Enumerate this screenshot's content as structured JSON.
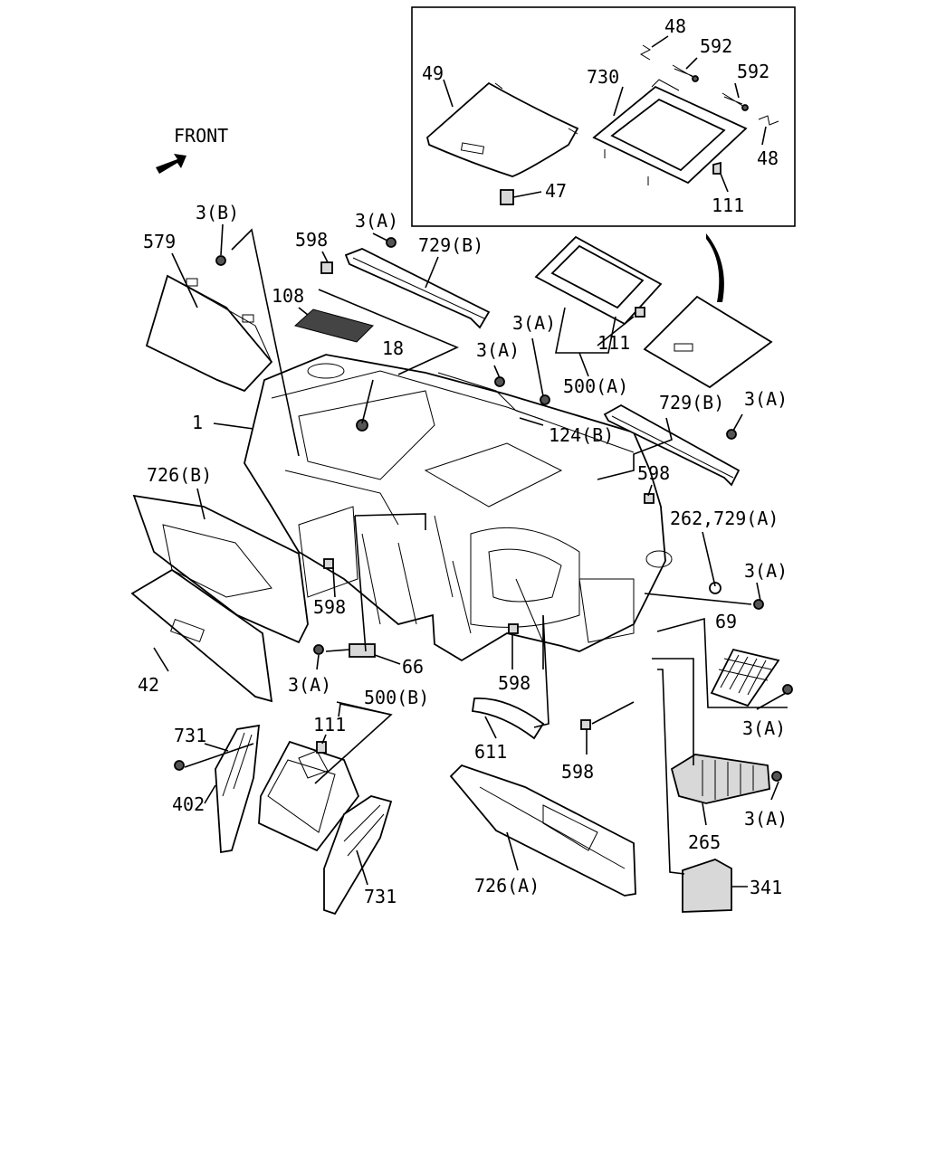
{
  "orientation": {
    "label": "FRONT"
  },
  "labels": {
    "p48a": "48",
    "p592a": "592",
    "p592b": "592",
    "p49": "49",
    "p730": "730",
    "p48b": "48",
    "p47": "47",
    "p111a": "111",
    "p3b": "3(B)",
    "p579": "579",
    "p598a": "598",
    "p3a_1": "3(A)",
    "p729b_1": "729(B)",
    "p108": "108",
    "p18": "18",
    "p3a_2": "3(A)",
    "p3a_3": "3(A)",
    "p111b": "111",
    "p500a": "500(A)",
    "p729b_2": "729(B)",
    "p3a_4": "3(A)",
    "p1": "1",
    "p124b": "124(B)",
    "p726b": "726(B)",
    "p598b": "598",
    "p262": "262,729(A)",
    "p3a_5": "3(A)",
    "p598c": "598",
    "p69": "69",
    "p42": "42",
    "p3a_6": "3(A)",
    "p66": "66",
    "p598d": "598",
    "p500b": "500(B)",
    "p3a_7": "3(A)",
    "p731a": "731",
    "p111c": "111",
    "p611": "611",
    "p598e": "598",
    "p402": "402",
    "p265": "265",
    "p3a_8": "3(A)",
    "p726a": "726(A)",
    "p731b": "731",
    "p341": "341"
  }
}
